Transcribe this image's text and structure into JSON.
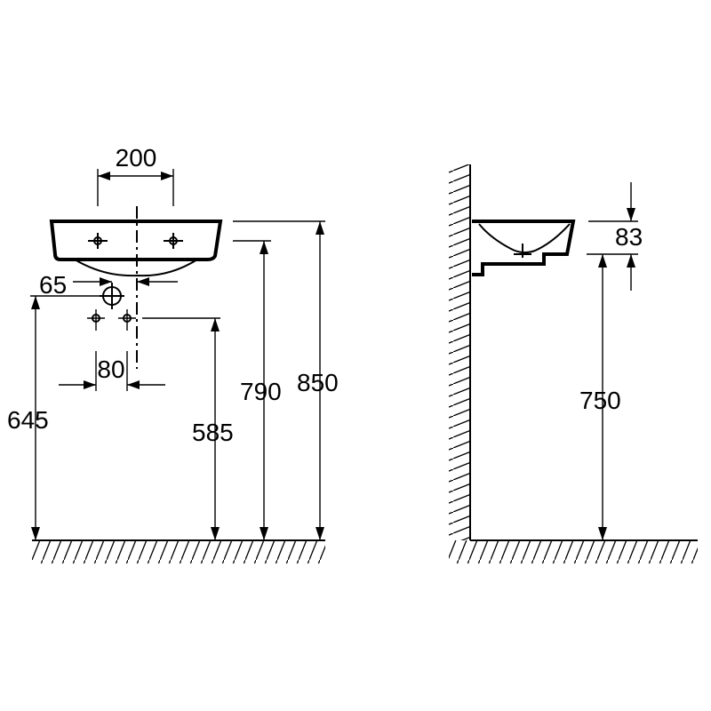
{
  "dimensions": {
    "front": {
      "tap_spacing": "200",
      "waste_offset": "65",
      "supply_spacing": "80",
      "waste_height": "645",
      "supply_height": "585",
      "bowl_bottom_height": "790",
      "rim_height": "850"
    },
    "side": {
      "rim_thickness": "83",
      "underside_height": "750"
    }
  }
}
